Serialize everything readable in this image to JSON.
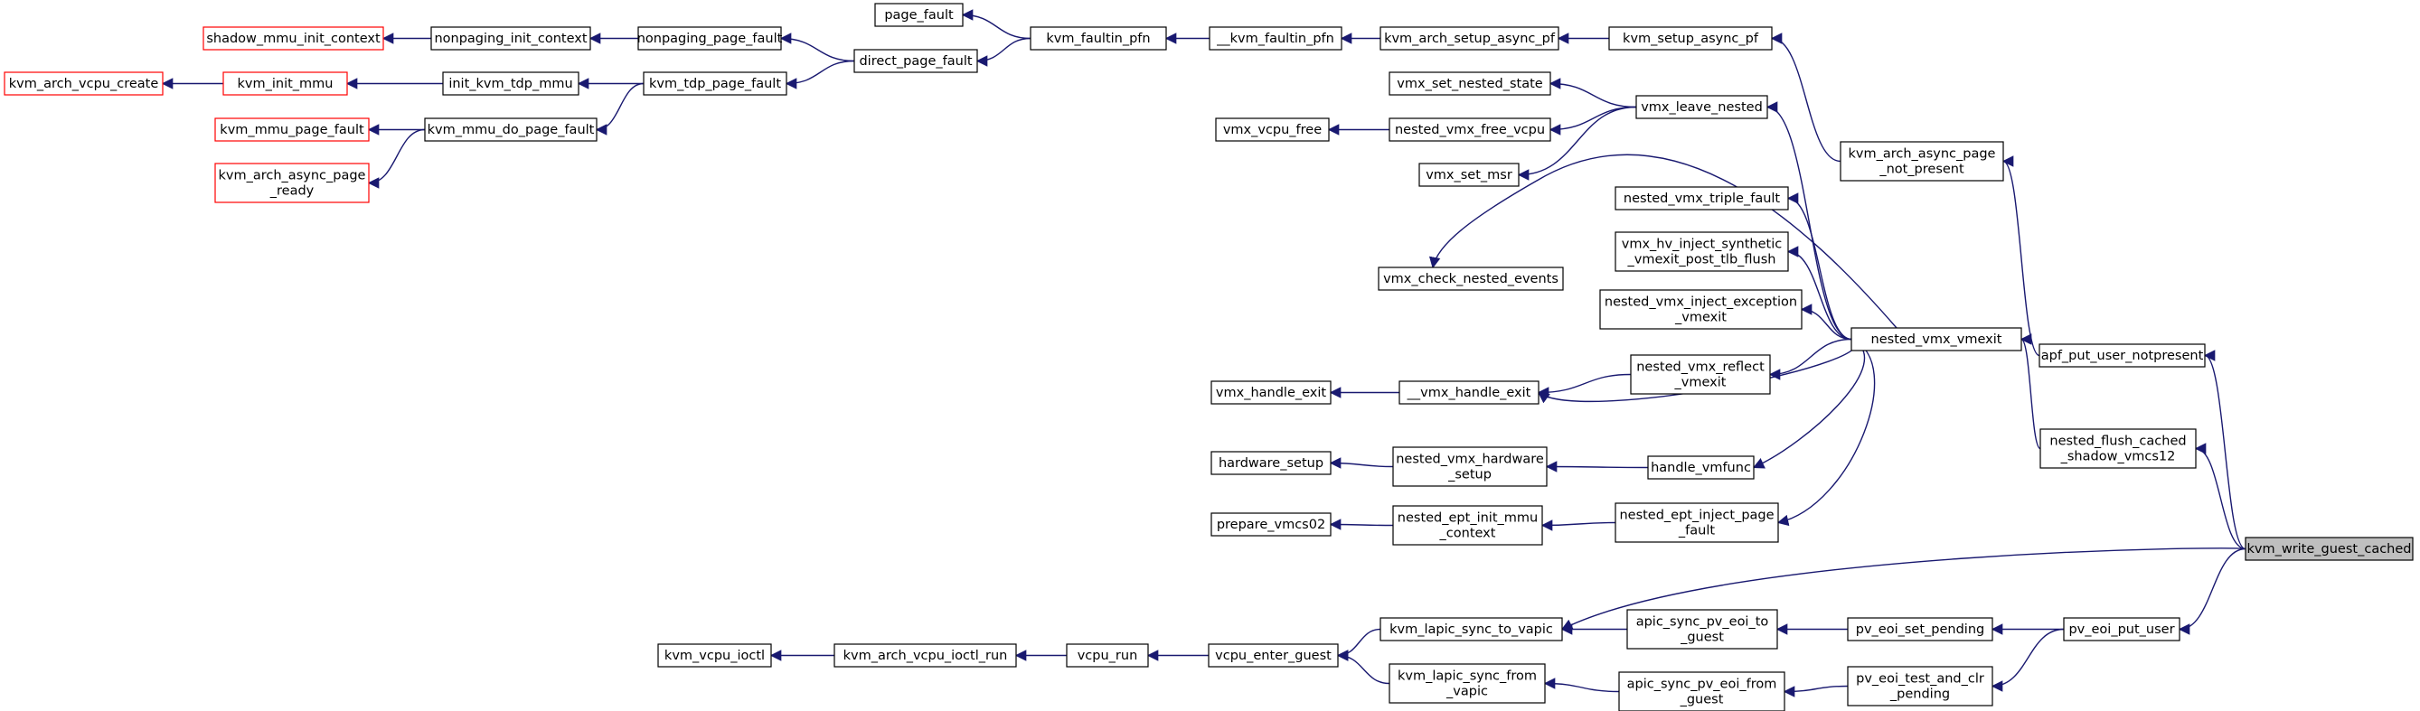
{
  "diagram": {
    "nodes": [
      {
        "id": "n1",
        "lines": [
          "shadow_mmu_init_context"
        ],
        "highlight": "red"
      },
      {
        "id": "n2",
        "lines": [
          "nonpaging_init_context"
        ],
        "highlight": "none"
      },
      {
        "id": "n3",
        "lines": [
          "nonpaging_page_fault"
        ],
        "highlight": "none"
      },
      {
        "id": "n4",
        "lines": [
          "page_fault"
        ],
        "highlight": "none"
      },
      {
        "id": "n5",
        "lines": [
          "kvm_arch_vcpu_create"
        ],
        "highlight": "red"
      },
      {
        "id": "n6",
        "lines": [
          "kvm_init_mmu"
        ],
        "highlight": "red"
      },
      {
        "id": "n7",
        "lines": [
          "init_kvm_tdp_mmu"
        ],
        "highlight": "none"
      },
      {
        "id": "n8",
        "lines": [
          "kvm_tdp_page_fault"
        ],
        "highlight": "none"
      },
      {
        "id": "n9",
        "lines": [
          "direct_page_fault"
        ],
        "highlight": "none"
      },
      {
        "id": "n10",
        "lines": [
          "kvm_faultin_pfn"
        ],
        "highlight": "none"
      },
      {
        "id": "n11",
        "lines": [
          "__kvm_faultin_pfn"
        ],
        "highlight": "none"
      },
      {
        "id": "n12",
        "lines": [
          "kvm_arch_setup_async_pf"
        ],
        "highlight": "none"
      },
      {
        "id": "n13",
        "lines": [
          "kvm_setup_async_pf"
        ],
        "highlight": "none"
      },
      {
        "id": "n14",
        "lines": [
          "kvm_mmu_page_fault"
        ],
        "highlight": "red"
      },
      {
        "id": "n15",
        "lines": [
          "kvm_mmu_do_page_fault"
        ],
        "highlight": "none"
      },
      {
        "id": "n16",
        "lines": [
          "kvm_arch_async_page",
          "_ready"
        ],
        "highlight": "red"
      },
      {
        "id": "n17",
        "lines": [
          "vmx_set_nested_state"
        ],
        "highlight": "none"
      },
      {
        "id": "n18",
        "lines": [
          "vmx_vcpu_free"
        ],
        "highlight": "none"
      },
      {
        "id": "n19",
        "lines": [
          "nested_vmx_free_vcpu"
        ],
        "highlight": "none"
      },
      {
        "id": "n20",
        "lines": [
          "vmx_set_msr"
        ],
        "highlight": "none"
      },
      {
        "id": "n21",
        "lines": [
          "vmx_leave_nested"
        ],
        "highlight": "none"
      },
      {
        "id": "n22",
        "lines": [
          "kvm_arch_async_page",
          "_not_present"
        ],
        "highlight": "none"
      },
      {
        "id": "n23",
        "lines": [
          "nested_vmx_triple_fault"
        ],
        "highlight": "none"
      },
      {
        "id": "n24",
        "lines": [
          "vmx_hv_inject_synthetic",
          "_vmexit_post_tlb_flush"
        ],
        "highlight": "none"
      },
      {
        "id": "n25",
        "lines": [
          "vmx_check_nested_events"
        ],
        "highlight": "none"
      },
      {
        "id": "n26",
        "lines": [
          "nested_vmx_inject_exception",
          "_vmexit"
        ],
        "highlight": "none"
      },
      {
        "id": "n27",
        "lines": [
          "nested_vmx_vmexit"
        ],
        "highlight": "none"
      },
      {
        "id": "n28",
        "lines": [
          "apf_put_user_notpresent"
        ],
        "highlight": "none"
      },
      {
        "id": "n29",
        "lines": [
          "nested_vmx_reflect",
          "_vmexit"
        ],
        "highlight": "none"
      },
      {
        "id": "n30",
        "lines": [
          "vmx_handle_exit"
        ],
        "highlight": "none"
      },
      {
        "id": "n31",
        "lines": [
          "__vmx_handle_exit"
        ],
        "highlight": "none"
      },
      {
        "id": "n32",
        "lines": [
          "nested_flush_cached",
          "_shadow_vmcs12"
        ],
        "highlight": "none"
      },
      {
        "id": "n33",
        "lines": [
          "hardware_setup"
        ],
        "highlight": "none"
      },
      {
        "id": "n34",
        "lines": [
          "nested_vmx_hardware",
          "_setup"
        ],
        "highlight": "none"
      },
      {
        "id": "n35",
        "lines": [
          "handle_vmfunc"
        ],
        "highlight": "none"
      },
      {
        "id": "n36",
        "lines": [
          "prepare_vmcs02"
        ],
        "highlight": "none"
      },
      {
        "id": "n37",
        "lines": [
          "nested_ept_init_mmu",
          "_context"
        ],
        "highlight": "none"
      },
      {
        "id": "n38",
        "lines": [
          "nested_ept_inject_page",
          "_fault"
        ],
        "highlight": "none"
      },
      {
        "id": "n39",
        "lines": [
          "kvm_write_guest_cached"
        ],
        "highlight": "root"
      },
      {
        "id": "n40",
        "lines": [
          "kvm_lapic_sync_to_vapic"
        ],
        "highlight": "none"
      },
      {
        "id": "n41",
        "lines": [
          "apic_sync_pv_eoi_to",
          "_guest"
        ],
        "highlight": "none"
      },
      {
        "id": "n42",
        "lines": [
          "pv_eoi_set_pending"
        ],
        "highlight": "none"
      },
      {
        "id": "n43",
        "lines": [
          "pv_eoi_put_user"
        ],
        "highlight": "none"
      },
      {
        "id": "n44",
        "lines": [
          "kvm_vcpu_ioctl"
        ],
        "highlight": "none"
      },
      {
        "id": "n45",
        "lines": [
          "kvm_arch_vcpu_ioctl_run"
        ],
        "highlight": "none"
      },
      {
        "id": "n46",
        "lines": [
          "vcpu_run"
        ],
        "highlight": "none"
      },
      {
        "id": "n47",
        "lines": [
          "vcpu_enter_guest"
        ],
        "highlight": "none"
      },
      {
        "id": "n48",
        "lines": [
          "kvm_lapic_sync_from",
          "_vapic"
        ],
        "highlight": "none"
      },
      {
        "id": "n49",
        "lines": [
          "apic_sync_pv_eoi_from",
          "_guest"
        ],
        "highlight": "none"
      },
      {
        "id": "n50",
        "lines": [
          "pv_eoi_test_and_clr",
          "_pending"
        ],
        "highlight": "none"
      }
    ],
    "edges": [
      [
        "n1",
        "n2"
      ],
      [
        "n2",
        "n3"
      ],
      [
        "n3",
        "n9"
      ],
      [
        "n4",
        "n10"
      ],
      [
        "n5",
        "n6"
      ],
      [
        "n6",
        "n7"
      ],
      [
        "n7",
        "n8"
      ],
      [
        "n8",
        "n9"
      ],
      [
        "n9",
        "n10"
      ],
      [
        "n10",
        "n11"
      ],
      [
        "n11",
        "n12"
      ],
      [
        "n12",
        "n13"
      ],
      [
        "n13",
        "n22"
      ],
      [
        "n14",
        "n15"
      ],
      [
        "n15",
        "n8"
      ],
      [
        "n16",
        "n15"
      ],
      [
        "n17",
        "n21"
      ],
      [
        "n18",
        "n19"
      ],
      [
        "n19",
        "n21"
      ],
      [
        "n20",
        "n21"
      ],
      [
        "n21",
        "n27"
      ],
      [
        "n22",
        "n28"
      ],
      [
        "n23",
        "n27"
      ],
      [
        "n24",
        "n27"
      ],
      [
        "n25",
        "n27"
      ],
      [
        "n26",
        "n27"
      ],
      [
        "n27",
        "n32"
      ],
      [
        "n28",
        "n39"
      ],
      [
        "n29",
        "n27"
      ],
      [
        "n30",
        "n31"
      ],
      [
        "n31",
        "n29"
      ],
      [
        "n31",
        "n27"
      ],
      [
        "n32",
        "n39"
      ],
      [
        "n33",
        "n34"
      ],
      [
        "n34",
        "n35"
      ],
      [
        "n35",
        "n27"
      ],
      [
        "n36",
        "n37"
      ],
      [
        "n37",
        "n38"
      ],
      [
        "n38",
        "n27"
      ],
      [
        "n40",
        "n39"
      ],
      [
        "n41",
        "n42"
      ],
      [
        "n42",
        "n43"
      ],
      [
        "n43",
        "n39"
      ],
      [
        "n44",
        "n45"
      ],
      [
        "n45",
        "n46"
      ],
      [
        "n46",
        "n47"
      ],
      [
        "n47",
        "n40"
      ],
      [
        "n47",
        "n48"
      ],
      [
        "n48",
        "n49"
      ],
      [
        "n49",
        "n50"
      ],
      [
        "n50",
        "n43"
      ],
      [
        "n40",
        "n41"
      ]
    ]
  },
  "colors": {
    "edge": "#191970",
    "box_border": "#000000",
    "highlight_border": "#ff0000",
    "root_fill": "#bfbfbf",
    "background": "#ffffff"
  }
}
